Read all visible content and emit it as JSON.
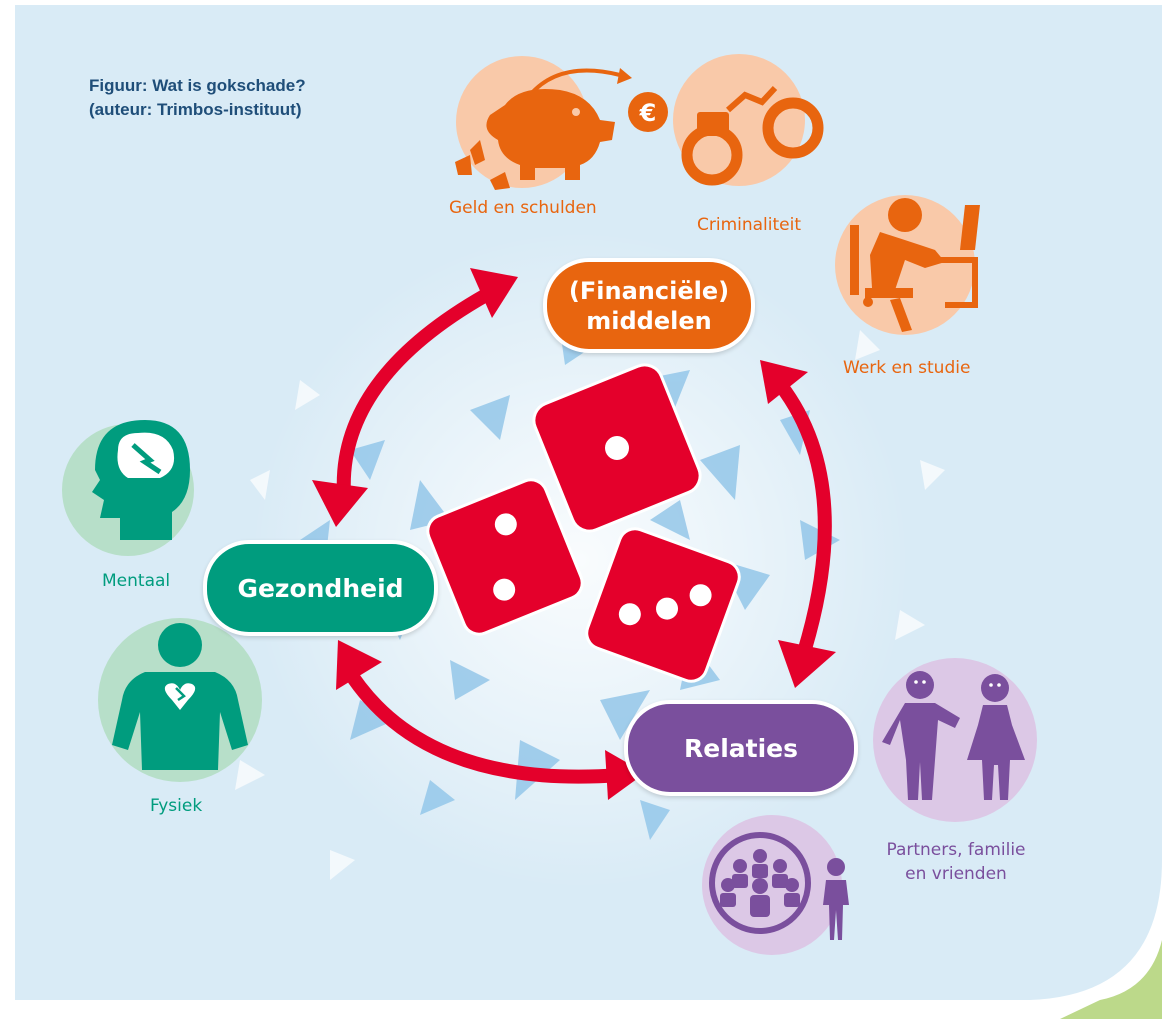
{
  "caption": {
    "line1": "Figuur: Wat is gokschade?",
    "line2": "(auteur: Trimbos-instituut)"
  },
  "nodes": {
    "financial": {
      "line1": "(Financiële)",
      "line2": "middelen"
    },
    "health": {
      "label": "Gezondheid"
    },
    "relations": {
      "label": "Relaties"
    }
  },
  "sub_labels": {
    "money": "Geld en schulden",
    "crime": "Criminaliteit",
    "work": "Werk en studie",
    "mental": "Mentaal",
    "physical": "Fysiek",
    "partners_line1": "Partners, familie",
    "partners_line2": "en vrienden"
  },
  "icons": {
    "money": "piggy-bank-euro-icon",
    "crime": "handcuffs-icon",
    "work": "stressed-worker-icon",
    "mental": "head-brain-lightning-icon",
    "physical": "person-broken-heart-icon",
    "partners": "couple-icon",
    "community": "group-and-person-icon",
    "center": "dice-icon"
  },
  "colors": {
    "background": "#d9ebf6",
    "financial": "#e8650f",
    "health": "#009c7e",
    "relations": "#7a4f9d",
    "arrows": "#e4002b",
    "dice": "#e4002b",
    "caption": "#1f4e79"
  }
}
